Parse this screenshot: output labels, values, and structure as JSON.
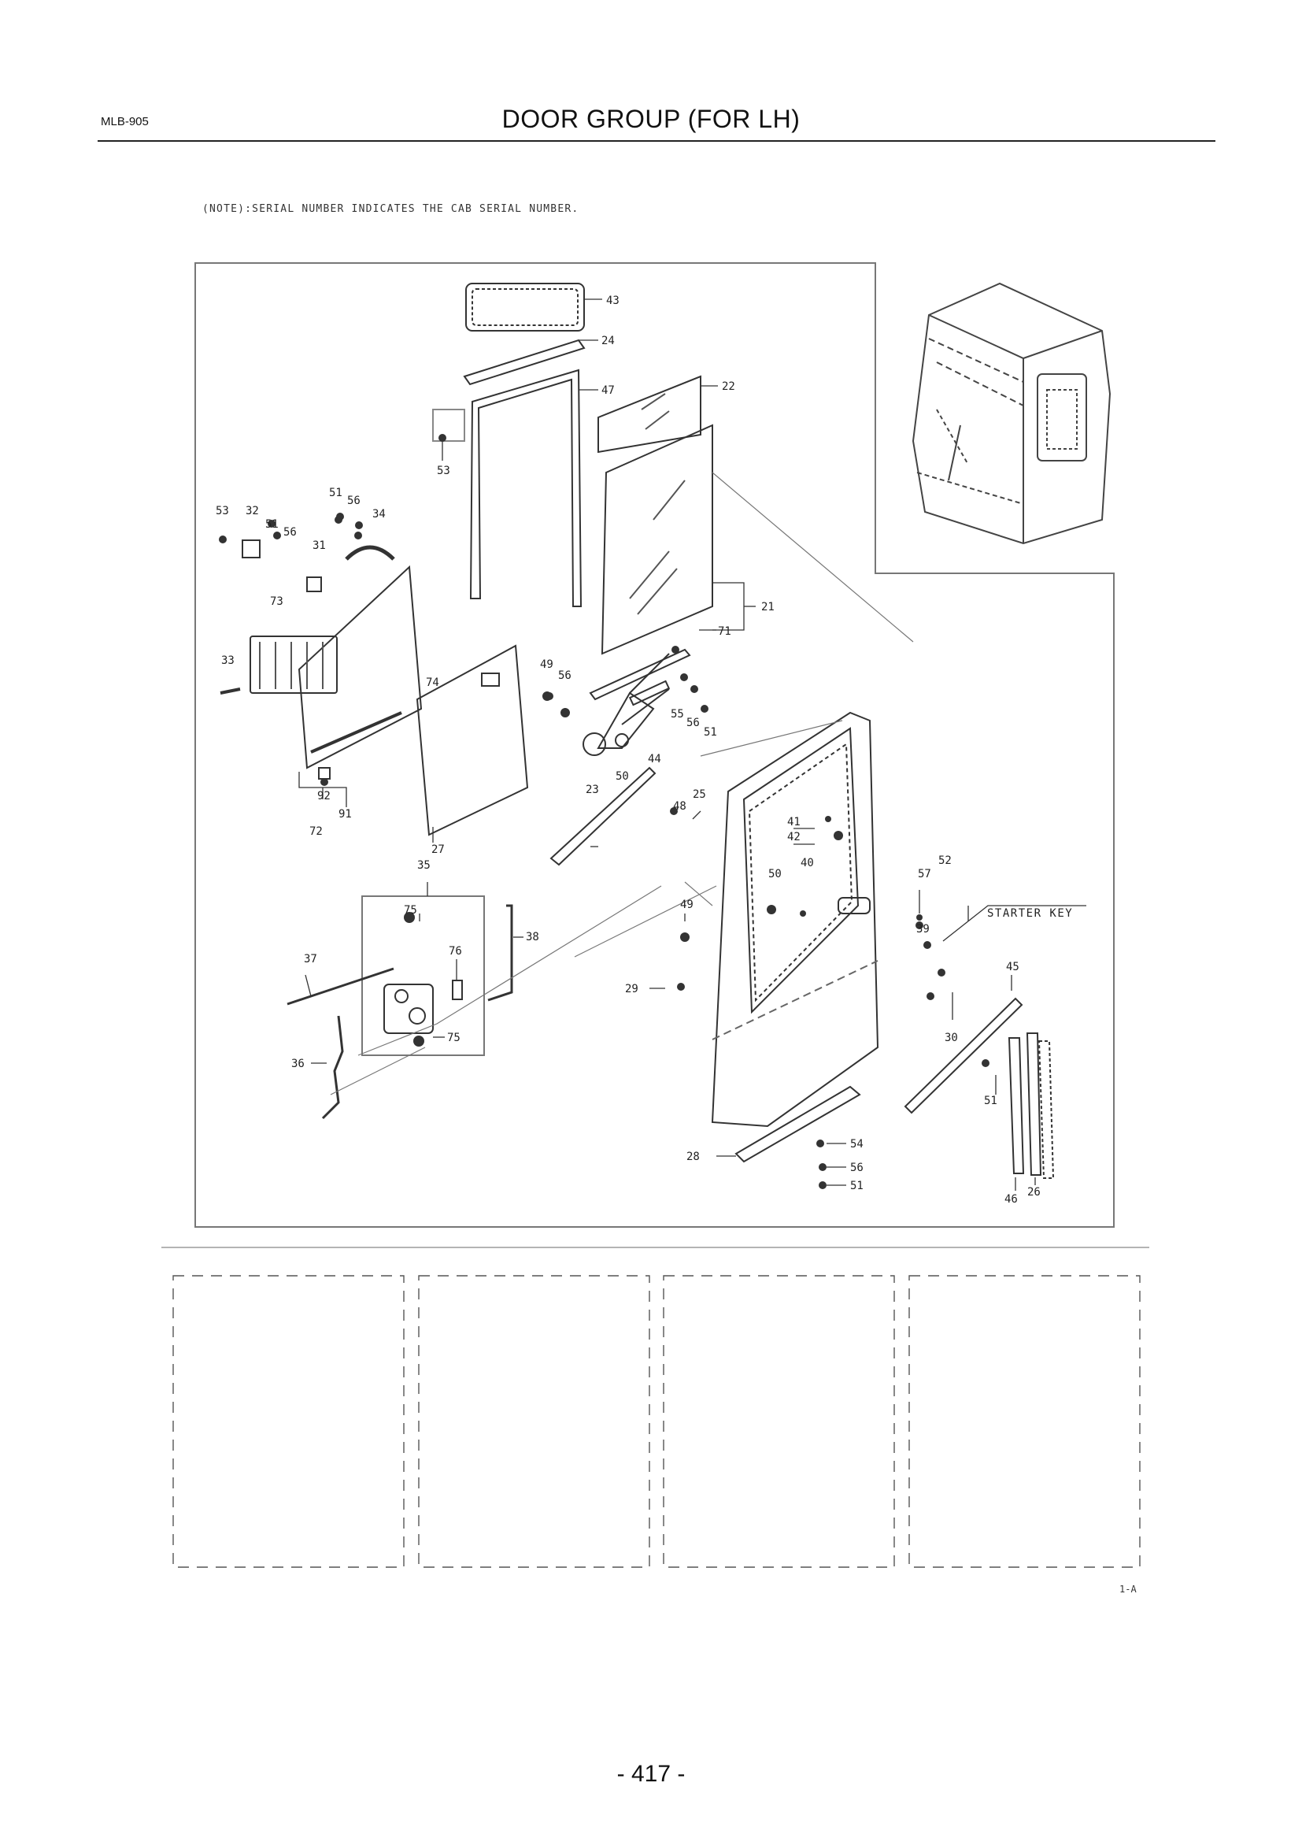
{
  "header": {
    "doc_code": "MLB-905",
    "title": "DOOR GROUP (FOR LH)",
    "note": "(NOTE):SERIAL NUMBER INDICATES THE CAB SERIAL NUMBER."
  },
  "diagram": {
    "callouts": [
      "43",
      "24",
      "47",
      "22",
      "53",
      "51",
      "56",
      "34",
      "53",
      "32",
      "51",
      "56",
      "31",
      "73",
      "21",
      "71",
      "33",
      "74",
      "49",
      "56",
      "55",
      "56",
      "51",
      "23",
      "50",
      "44",
      "92",
      "91",
      "72",
      "27",
      "35",
      "25",
      "48",
      "41",
      "42",
      "40",
      "50",
      "57",
      "52",
      "75",
      "38",
      "37",
      "76",
      "39",
      "49",
      "29",
      "36",
      "75",
      "45",
      "30",
      "51",
      "28",
      "54",
      "56",
      "51",
      "46",
      "26"
    ],
    "starter_key_label": "STARTER KEY",
    "sheet_ref": "1-A"
  },
  "footer": {
    "page_number": "- 417 -"
  }
}
